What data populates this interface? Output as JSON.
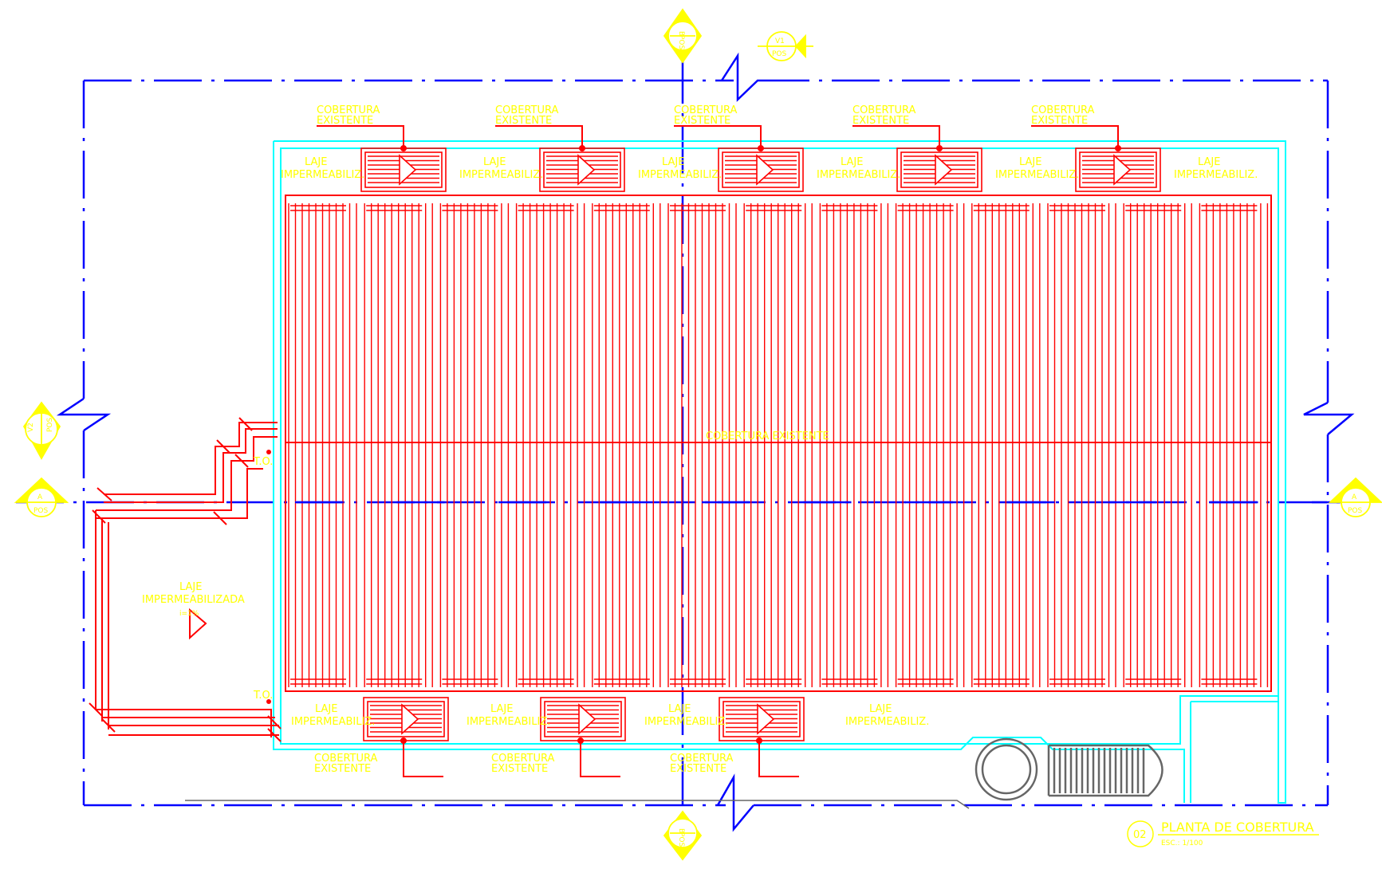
{
  "drawing": {
    "title": "PLANTA DE COBERTURA",
    "scale": "ESC.: 1/100",
    "number": "02"
  },
  "labels": {
    "cobertura_existente": [
      "COBERTURA",
      "EXISTENTE"
    ],
    "laje_impermeabiliz": [
      "LAJE",
      "IMPERMEABILIZ."
    ],
    "laje_impermeabilizada": [
      "LAJE",
      "IMPERMEABILIZADA"
    ],
    "slope": "i=1%",
    "main_roof": "COBERTURA EXISTENTE",
    "to": "T.O."
  },
  "section_markers": {
    "b": {
      "letter": "B",
      "sheet": "POS"
    },
    "a": {
      "letter": "A",
      "sheet": "POS"
    },
    "v1": {
      "letter": "V1",
      "sheet": "POS"
    },
    "v2": {
      "letter": "V2",
      "sheet": "POS"
    }
  },
  "colors": {
    "roof": "#ff0000",
    "grid": "#0000ff",
    "wall": "#00ffff",
    "text": "#ffff00",
    "stair": "#666666"
  }
}
